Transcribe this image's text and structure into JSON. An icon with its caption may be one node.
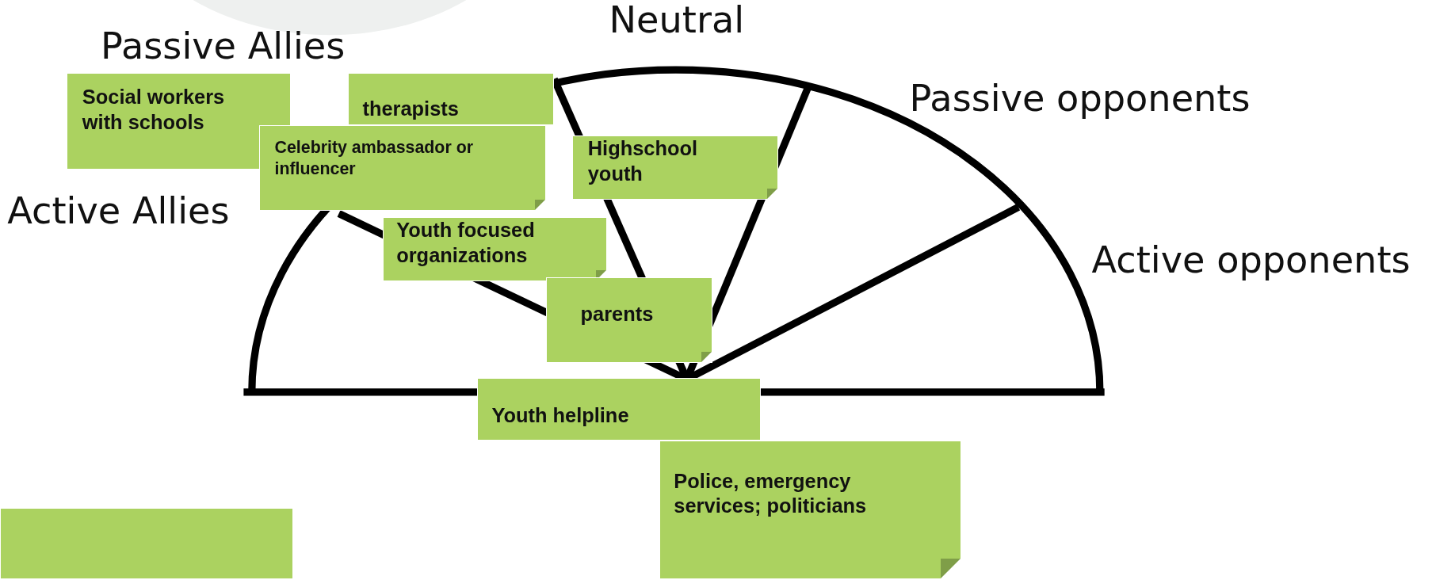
{
  "diagram": {
    "nodes": [
      {
        "text": [
          "Social workers with schools"
        ]
      },
      {
        "text": [
          "therapists"
        ]
      },
      {
        "text": [
          "Celebrity ambassador or influencer"
        ]
      },
      {
        "text": [
          "Highschool youth"
        ]
      },
      {
        "text": [
          "Youth focused organizations"
        ]
      },
      {
        "text": [
          "parents"
        ]
      },
      {
        "text": [
          "Youth helpline"
        ]
      },
      {
        "text": [
          "Police, emergency services; politicians"
        ]
      },
      {
        "text": [],
        "shape": "box"
      }
    ],
    "labels": [
      "Neutral",
      "Passive Allies",
      "Passive opponents",
      "Active Allies",
      "Active opponents"
    ]
  }
}
